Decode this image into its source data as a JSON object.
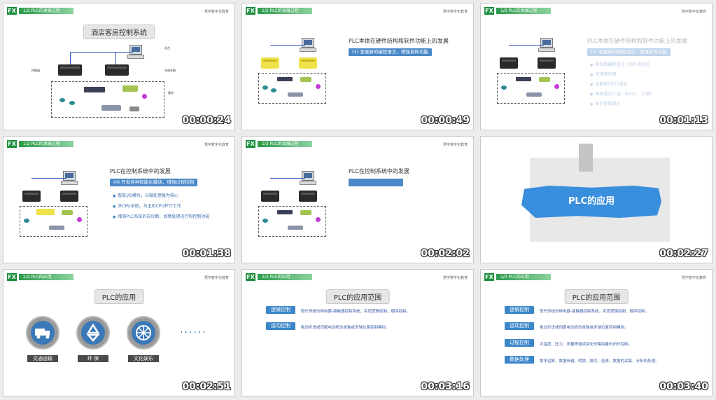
{
  "tiles": [
    {
      "timestamp": "00:00:24",
      "chapter": "1/2    PLC的发展过程",
      "logo": "慧宇数字化教育",
      "title": "酒店客房控制系统",
      "labels": [
        "总台",
        "控制器",
        "空调系统",
        "客房"
      ]
    },
    {
      "timestamp": "00:00:49",
      "chapter": "1/2    PLC的发展过程",
      "logo": "慧宇数字化教育",
      "section": "PLC本体在硬件结构和软件功能上的发展",
      "highlight": "(3) 发展新的编程语言，增强各种功能"
    },
    {
      "timestamp": "00:01:13",
      "chapter": "1/2    PLC的发展过程",
      "logo": "慧宇数字化教育",
      "section": "PLC本体在硬件结构和软件功能上的发展",
      "highlight": "(3) 发展新的编程语言，增强各种功能",
      "bullets": [
        "梯形图编程语言 / 指令表语言",
        "步进顺控图",
        "功能图(SFC)语言",
        "高级语言(C语、BASIC、汇编)",
        "布尔逻辑语言"
      ]
    },
    {
      "timestamp": "00:01:38",
      "chapter": "1/2    PLC的发展过程",
      "logo": "慧宇数字化教育",
      "section": "PLC在控制系统中的发展",
      "highlight": "(4) 开发各种智能化模块，增强过程控制",
      "bullets": [
        "智能I/O模块，以微处理器为核心",
        "多CPU系统，与主机CPU并行工作",
        "增强PLC系统的自诊断、故障处理运行和控制功能"
      ]
    },
    {
      "timestamp": "00:02:02",
      "chapter": "1/2    PLC的发展过程",
      "logo": "慧宇数字化教育",
      "section": "PLC在控制系统中的发展"
    },
    {
      "timestamp": "00:02:27",
      "banner": "PLC的应用"
    },
    {
      "timestamp": "00:02:51",
      "chapter": "2/2    PLC的应用",
      "logo": "慧宇数字化教育",
      "title": "PLC的应用",
      "apps": [
        "交通运输",
        "环  保",
        "文化娱乐"
      ],
      "more": "......"
    },
    {
      "timestamp": "00:03:16",
      "chapter": "2/2    PLC的应用",
      "logo": "慧宇数字化教育",
      "title": "PLC的应用范围",
      "rows": [
        {
          "btn": "逻辑控制",
          "text": "取代传统的继电器-接触器控制系统，实现逻辑控制、顺序控制。"
        },
        {
          "btn": "运动控制",
          "text": "拖动步进或伺服电动机的单轴或多轴位置控制模块。"
        }
      ]
    },
    {
      "timestamp": "00:03:40",
      "chapter": "2/2    PLC的应用",
      "logo": "慧宇数字化教育",
      "title": "PLC的应用范围",
      "rows": [
        {
          "btn": "逻辑控制",
          "text": "取代传统的继电器-接触器控制系统，实现逻辑控制、顺序控制。"
        },
        {
          "btn": "运动控制",
          "text": "拖动步进或伺服电动机的单轴或多轴位置控制模块。"
        },
        {
          "btn": "过程控制",
          "text": "对温度、压力、流量等连续变化的模拟量的闭环控制。"
        },
        {
          "btn": "数据处理",
          "text": "数学运算、数据传输、转换、排序、查表，数据的采集、分析和处理。"
        }
      ]
    }
  ],
  "colors": {
    "accent": "#3a86c8",
    "chapter_green": "#2b9a4a",
    "fx_green": "#1a8e3c"
  },
  "icons": [
    "fx-logo-icon",
    "truck-icon",
    "recycle-icon",
    "ferris-wheel-icon"
  ]
}
